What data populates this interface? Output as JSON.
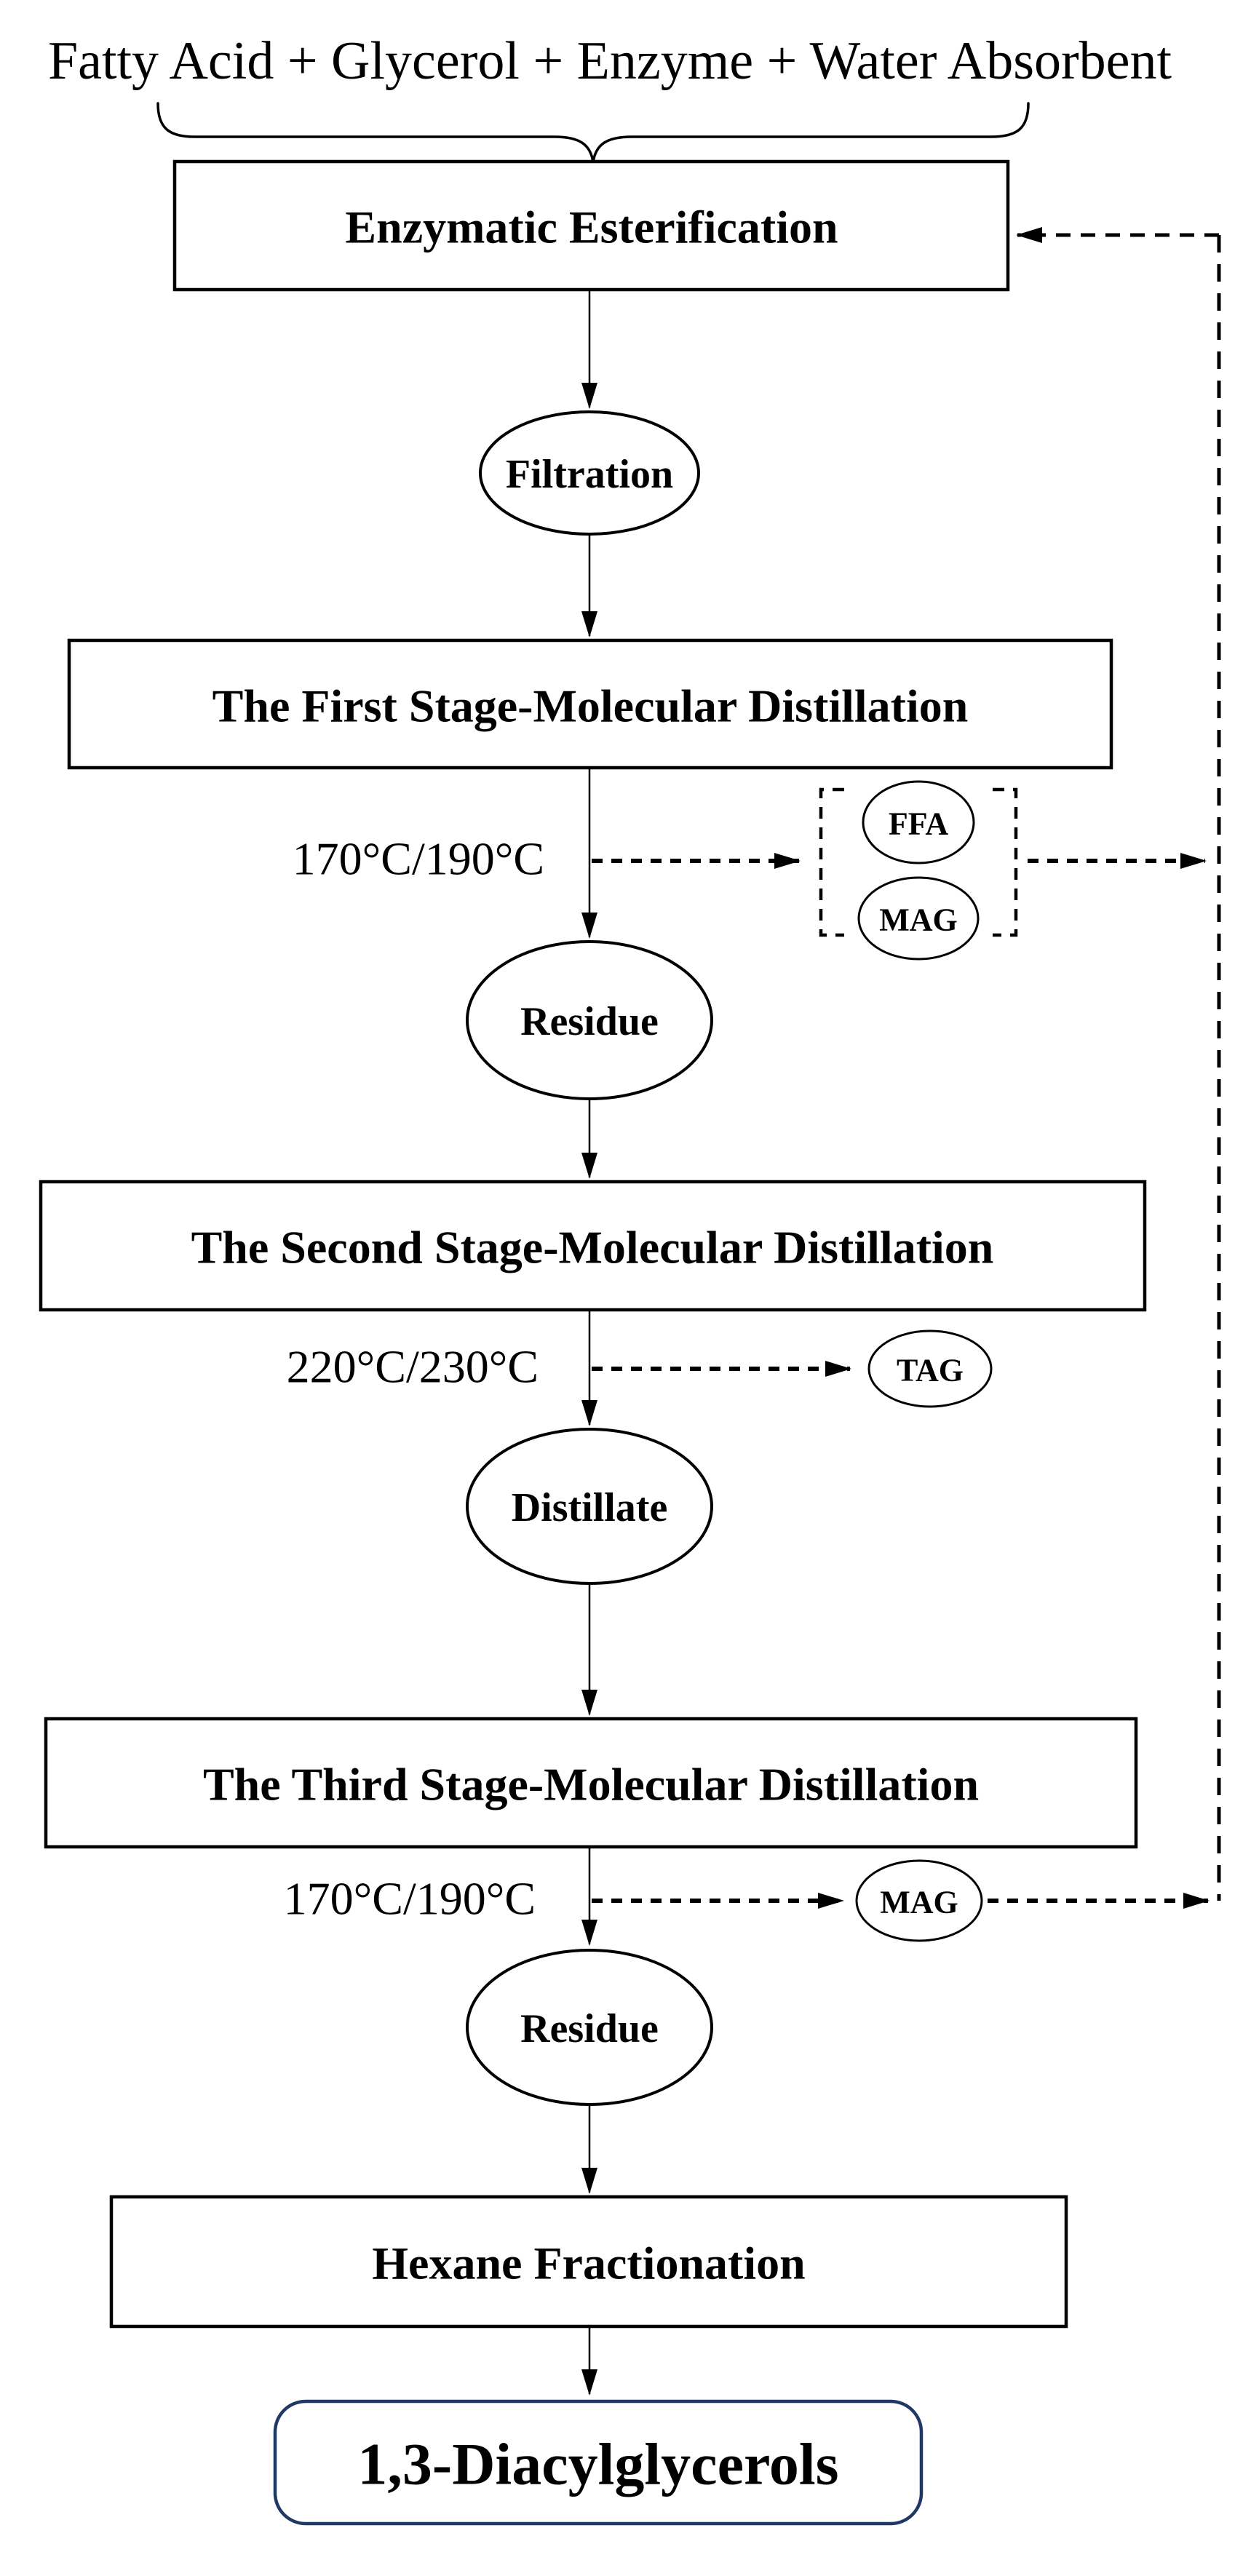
{
  "diagram": {
    "top_label": "Fatty Acid + Glycerol + Enzyme + Water Absorbent",
    "nodes": {
      "esterification": "Enzymatic Esterification",
      "filtration": "Filtration",
      "stage1": "The First Stage-Molecular Distillation",
      "residue1": "Residue",
      "stage2": "The Second Stage-Molecular Distillation",
      "distillate": "Distillate",
      "stage3": "The Third Stage-Molecular Distillation",
      "residue2": "Residue",
      "hexane": "Hexane Fractionation",
      "product": "1,3-Diacylglycerols"
    },
    "byproducts": {
      "ffa": "FFA",
      "mag1": "MAG",
      "tag": "TAG",
      "mag2": "MAG"
    },
    "temps": {
      "stage1": "170°C/190°C",
      "stage2": "220°C/230°C",
      "stage3": "170°C/190°C"
    },
    "colors": {
      "line": "#000000",
      "product_border": "#1f3864",
      "background": "#ffffff"
    }
  }
}
